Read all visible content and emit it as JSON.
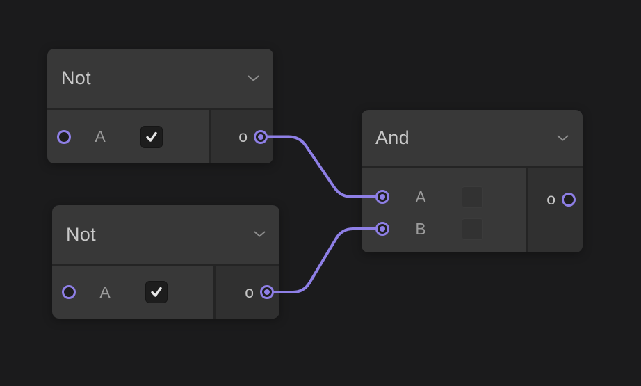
{
  "colors": {
    "background": "#1b1b1c",
    "node": "#383838",
    "node_output": "#303030",
    "divider": "#242424",
    "accent": "#8e7fe6",
    "header_text": "#c9c9c9",
    "label_text": "#9c9c9c",
    "output_label_text": "#c6c6c6"
  },
  "nodes": {
    "not1": {
      "title": "Not",
      "inputs": [
        {
          "label": "A",
          "checked": true
        }
      ],
      "output": {
        "label": "o"
      }
    },
    "not2": {
      "title": "Not",
      "inputs": [
        {
          "label": "A",
          "checked": true
        }
      ],
      "output": {
        "label": "o"
      }
    },
    "and": {
      "title": "And",
      "inputs": [
        {
          "label": "A",
          "checkbox_disabled": true
        },
        {
          "label": "B",
          "checkbox_disabled": true
        }
      ],
      "output": {
        "label": "o"
      }
    }
  },
  "wires": [
    {
      "from": "not1-out",
      "to": "and-in-a"
    },
    {
      "from": "not2-out",
      "to": "and-in-b"
    }
  ]
}
